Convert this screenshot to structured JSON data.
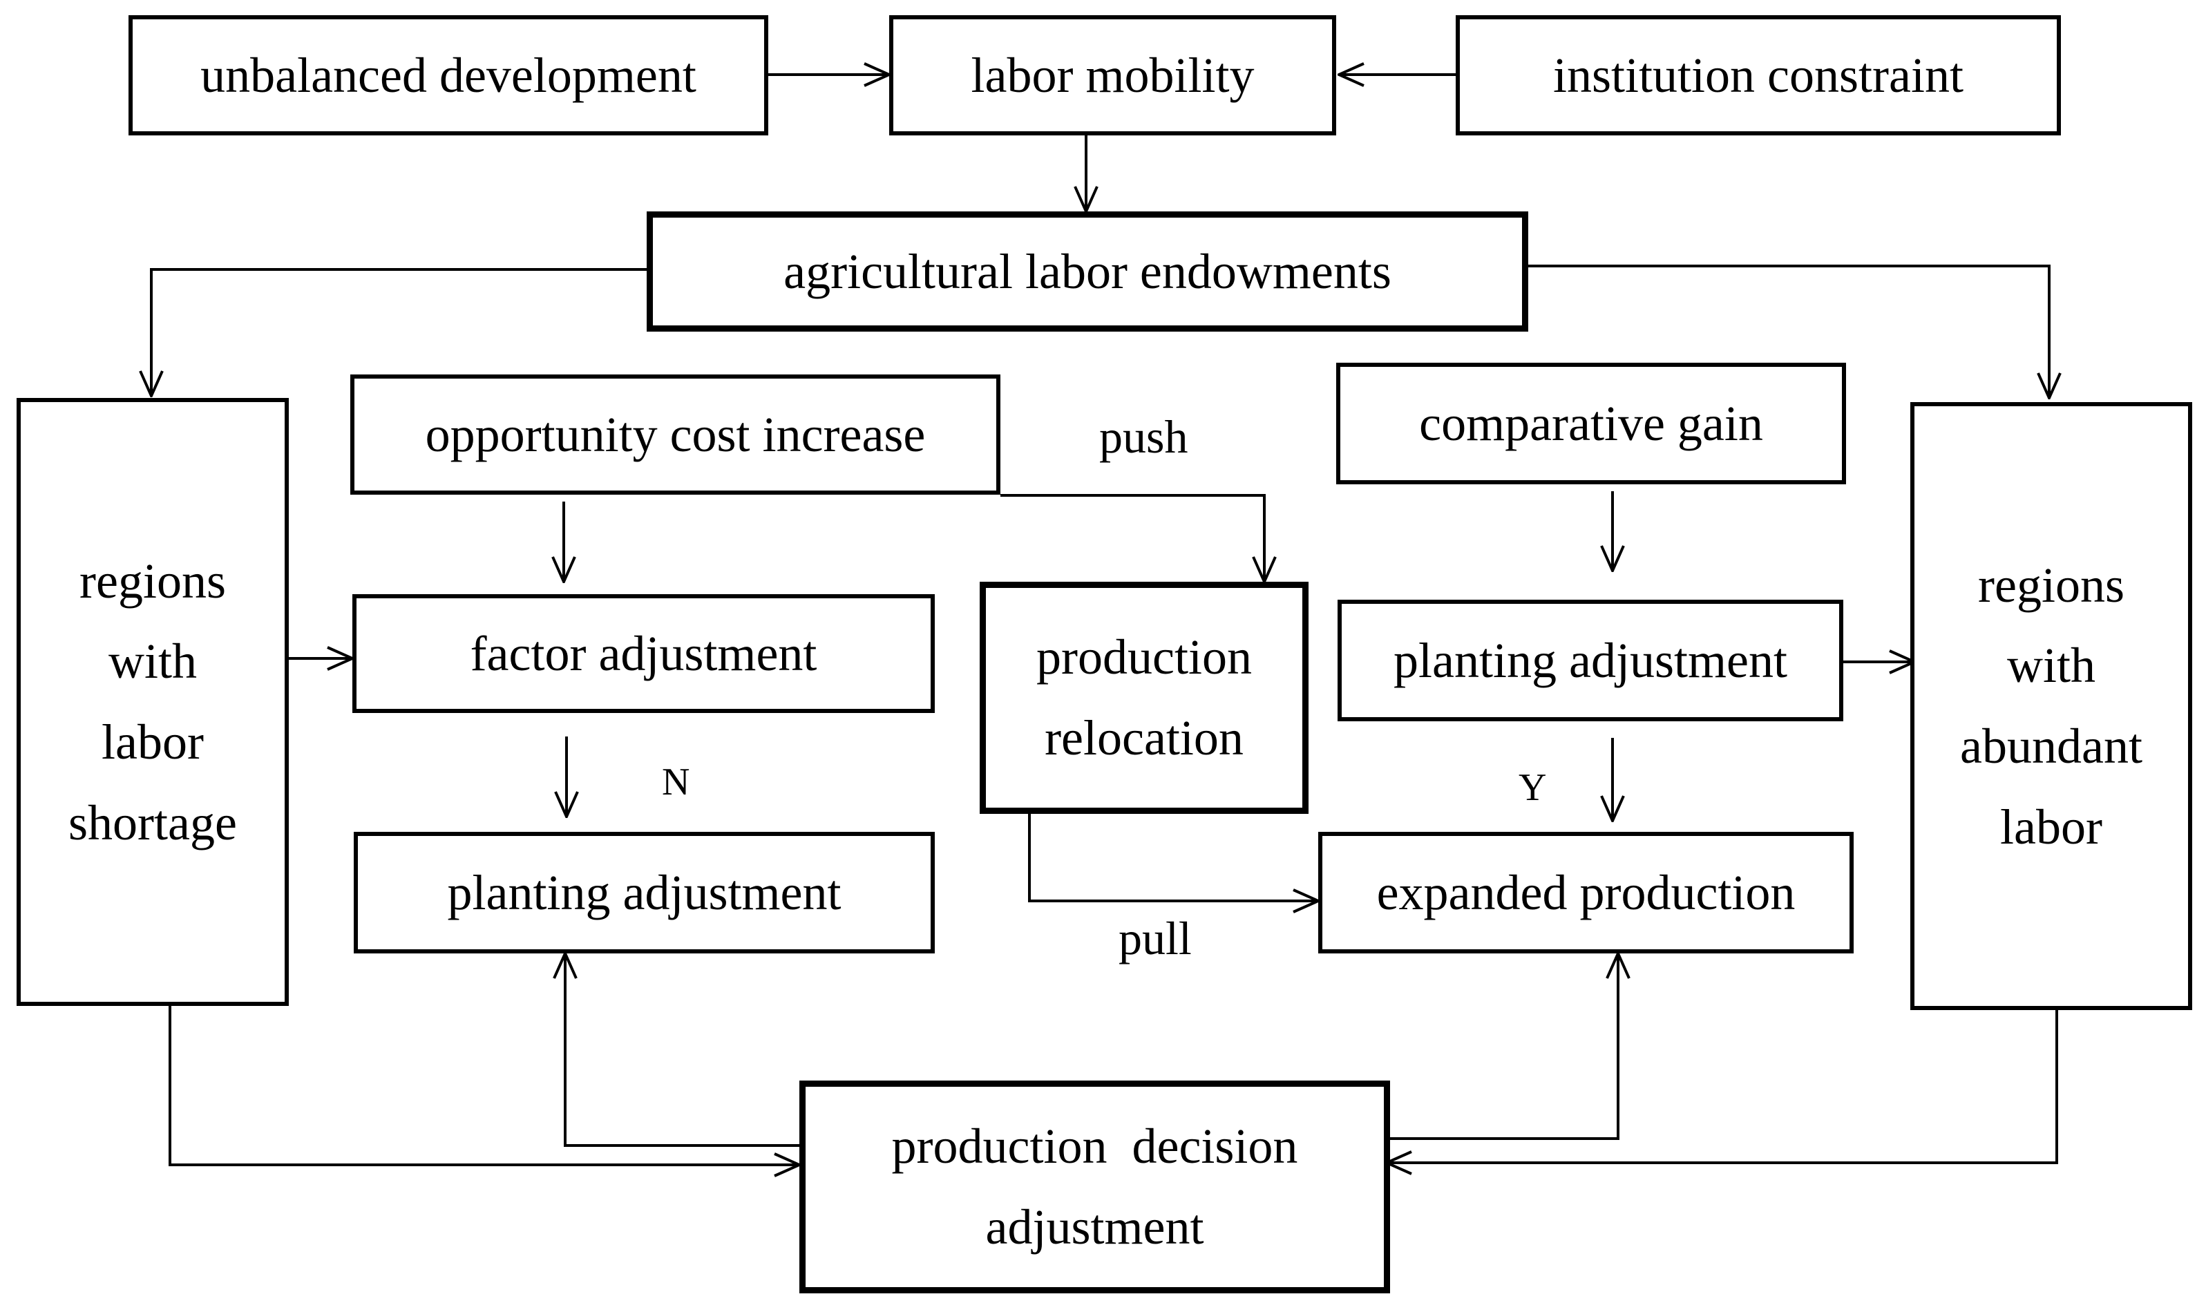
{
  "nodes": {
    "unbalanced_development": "unbalanced development",
    "labor_mobility": "labor mobility",
    "institution_constraint": "institution constraint",
    "agricultural_labor_endowments": "agricultural labor endowments",
    "regions_labor_shortage": [
      "regions",
      "with",
      "labor",
      "shortage"
    ],
    "opportunity_cost_increase": "opportunity cost increase",
    "factor_adjustment": "factor adjustment",
    "planting_adjustment_left": "planting adjustment",
    "production_relocation": [
      "production",
      "relocation"
    ],
    "comparative_gain": "comparative gain",
    "planting_adjustment_right": "planting adjustment",
    "expanded_production": "expanded production",
    "regions_abundant_labor": [
      "regions",
      "with",
      "abundant",
      "labor"
    ],
    "production_decision_adjustment": [
      "production  decision",
      "adjustment"
    ]
  },
  "edge_labels": {
    "push": "push",
    "pull": "pull",
    "no": "N",
    "yes": "Y"
  }
}
